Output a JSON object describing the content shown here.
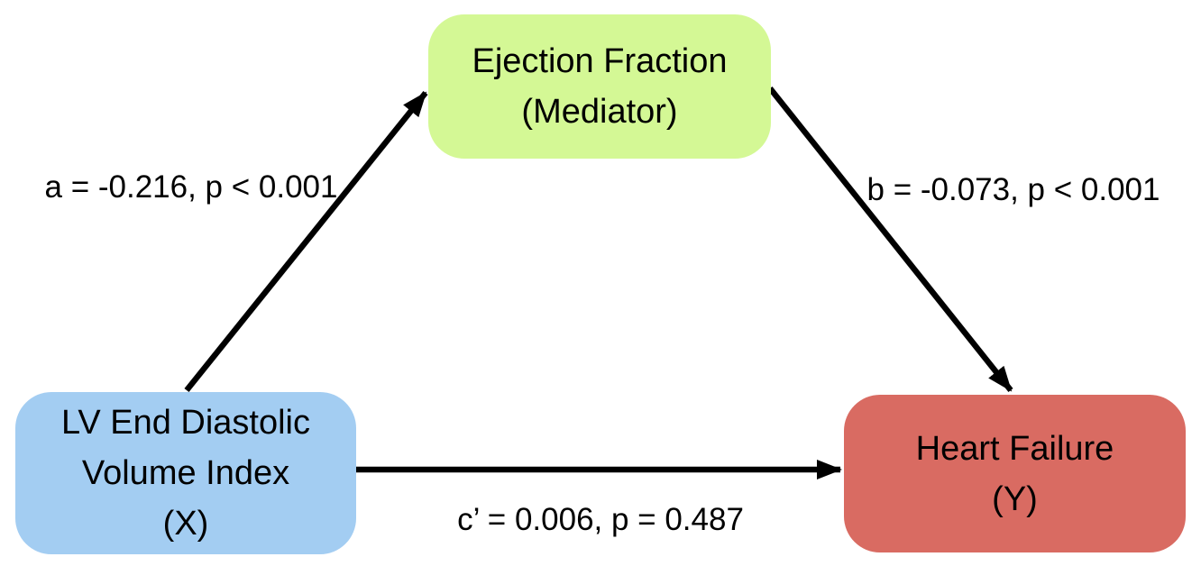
{
  "diagram_type": "mediation-path-diagram",
  "nodes": {
    "mediator": {
      "lines": [
        "Ejection Fraction",
        "(Mediator)"
      ],
      "role": "mediator",
      "fill": "#d4f895"
    },
    "x": {
      "lines": [
        "LV End Diastolic",
        "Volume Index",
        "(X)"
      ],
      "role": "independent-variable",
      "fill": "#a3cdf2"
    },
    "y": {
      "lines": [
        "Heart Failure",
        "(Y)"
      ],
      "role": "dependent-variable",
      "fill": "#d96b62"
    }
  },
  "paths": {
    "a": {
      "label": "a = -0.216, p < 0.001",
      "from": "x",
      "to": "mediator"
    },
    "b": {
      "label": "b = -0.073, p < 0.001",
      "from": "mediator",
      "to": "y"
    },
    "c": {
      "label": "c’ = 0.006, p = 0.487",
      "from": "x",
      "to": "y"
    }
  },
  "colors": {
    "arrow": "#000000",
    "text": "#000000",
    "background": "#ffffff",
    "mediator_fill": "#d4f895",
    "x_fill": "#a3cdf2",
    "y_fill": "#d96b62"
  }
}
